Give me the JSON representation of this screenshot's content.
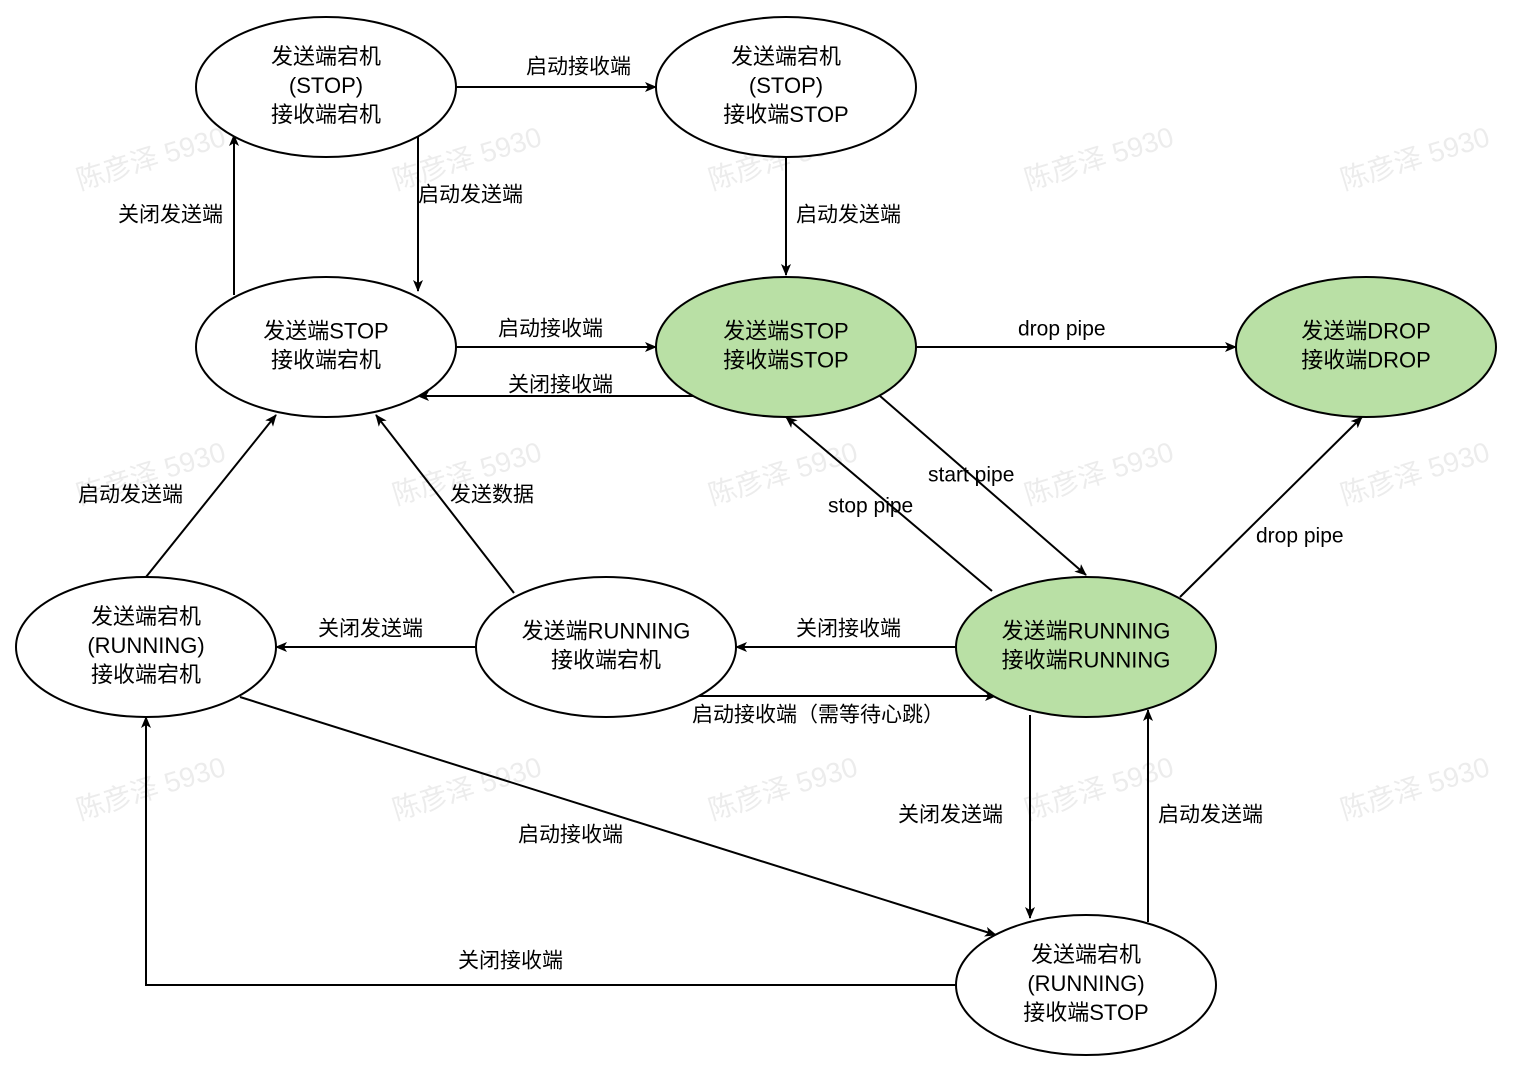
{
  "colors": {
    "stroke": "#000000",
    "node_fill": "#ffffff",
    "highlight_fill": "#b9e0a5"
  },
  "watermark": "陈彦泽 5930",
  "nodes": [
    {
      "id": "n1",
      "lines": [
        "发送端宕机",
        "(STOP)",
        "接收端宕机"
      ],
      "highlight": false
    },
    {
      "id": "n2",
      "lines": [
        "发送端宕机",
        "(STOP)",
        "接收端STOP"
      ],
      "highlight": false
    },
    {
      "id": "n3",
      "lines": [
        "发送端STOP",
        "接收端宕机"
      ],
      "highlight": false
    },
    {
      "id": "n4",
      "lines": [
        "发送端STOP",
        "接收端STOP"
      ],
      "highlight": true
    },
    {
      "id": "n5",
      "lines": [
        "发送端DROP",
        "接收端DROP"
      ],
      "highlight": true
    },
    {
      "id": "n6",
      "lines": [
        "发送端宕机",
        "(RUNNING)",
        "接收端宕机"
      ],
      "highlight": false
    },
    {
      "id": "n7",
      "lines": [
        "发送端RUNNING",
        "接收端宕机"
      ],
      "highlight": false
    },
    {
      "id": "n8",
      "lines": [
        "发送端RUNNING",
        "接收端RUNNING"
      ],
      "highlight": true
    },
    {
      "id": "n9",
      "lines": [
        "发送端宕机",
        "(RUNNING)",
        "接收端STOP"
      ],
      "highlight": false
    }
  ],
  "edges": [
    {
      "from": "n1",
      "to": "n2",
      "label": "启动接收端"
    },
    {
      "from": "n1",
      "to": "n3",
      "label": "启动发送端"
    },
    {
      "from": "n3",
      "to": "n1",
      "label": "关闭发送端"
    },
    {
      "from": "n2",
      "to": "n4",
      "label": "启动发送端"
    },
    {
      "from": "n3",
      "to": "n4",
      "label": "启动接收端"
    },
    {
      "from": "n4",
      "to": "n3",
      "label": "关闭接收端"
    },
    {
      "from": "n4",
      "to": "n5",
      "label": "drop pipe"
    },
    {
      "from": "n4",
      "to": "n8",
      "label": "start pipe"
    },
    {
      "from": "n8",
      "to": "n4",
      "label": "stop pipe"
    },
    {
      "from": "n8",
      "to": "n5",
      "label": "drop pipe"
    },
    {
      "from": "n6",
      "to": "n3",
      "label": "启动发送端"
    },
    {
      "from": "n7",
      "to": "n3",
      "label": "发送数据"
    },
    {
      "from": "n7",
      "to": "n6",
      "label": "关闭发送端"
    },
    {
      "from": "n8",
      "to": "n7",
      "label": "关闭接收端"
    },
    {
      "from": "n7",
      "to": "n8",
      "label": "启动接收端（需等待心跳）"
    },
    {
      "from": "n6",
      "to": "n9",
      "label": "启动接收端"
    },
    {
      "from": "n8",
      "to": "n9",
      "label": "关闭发送端"
    },
    {
      "from": "n9",
      "to": "n8",
      "label": "启动发送端"
    },
    {
      "from": "n9",
      "to": "n6",
      "label": "关闭接收端"
    }
  ]
}
